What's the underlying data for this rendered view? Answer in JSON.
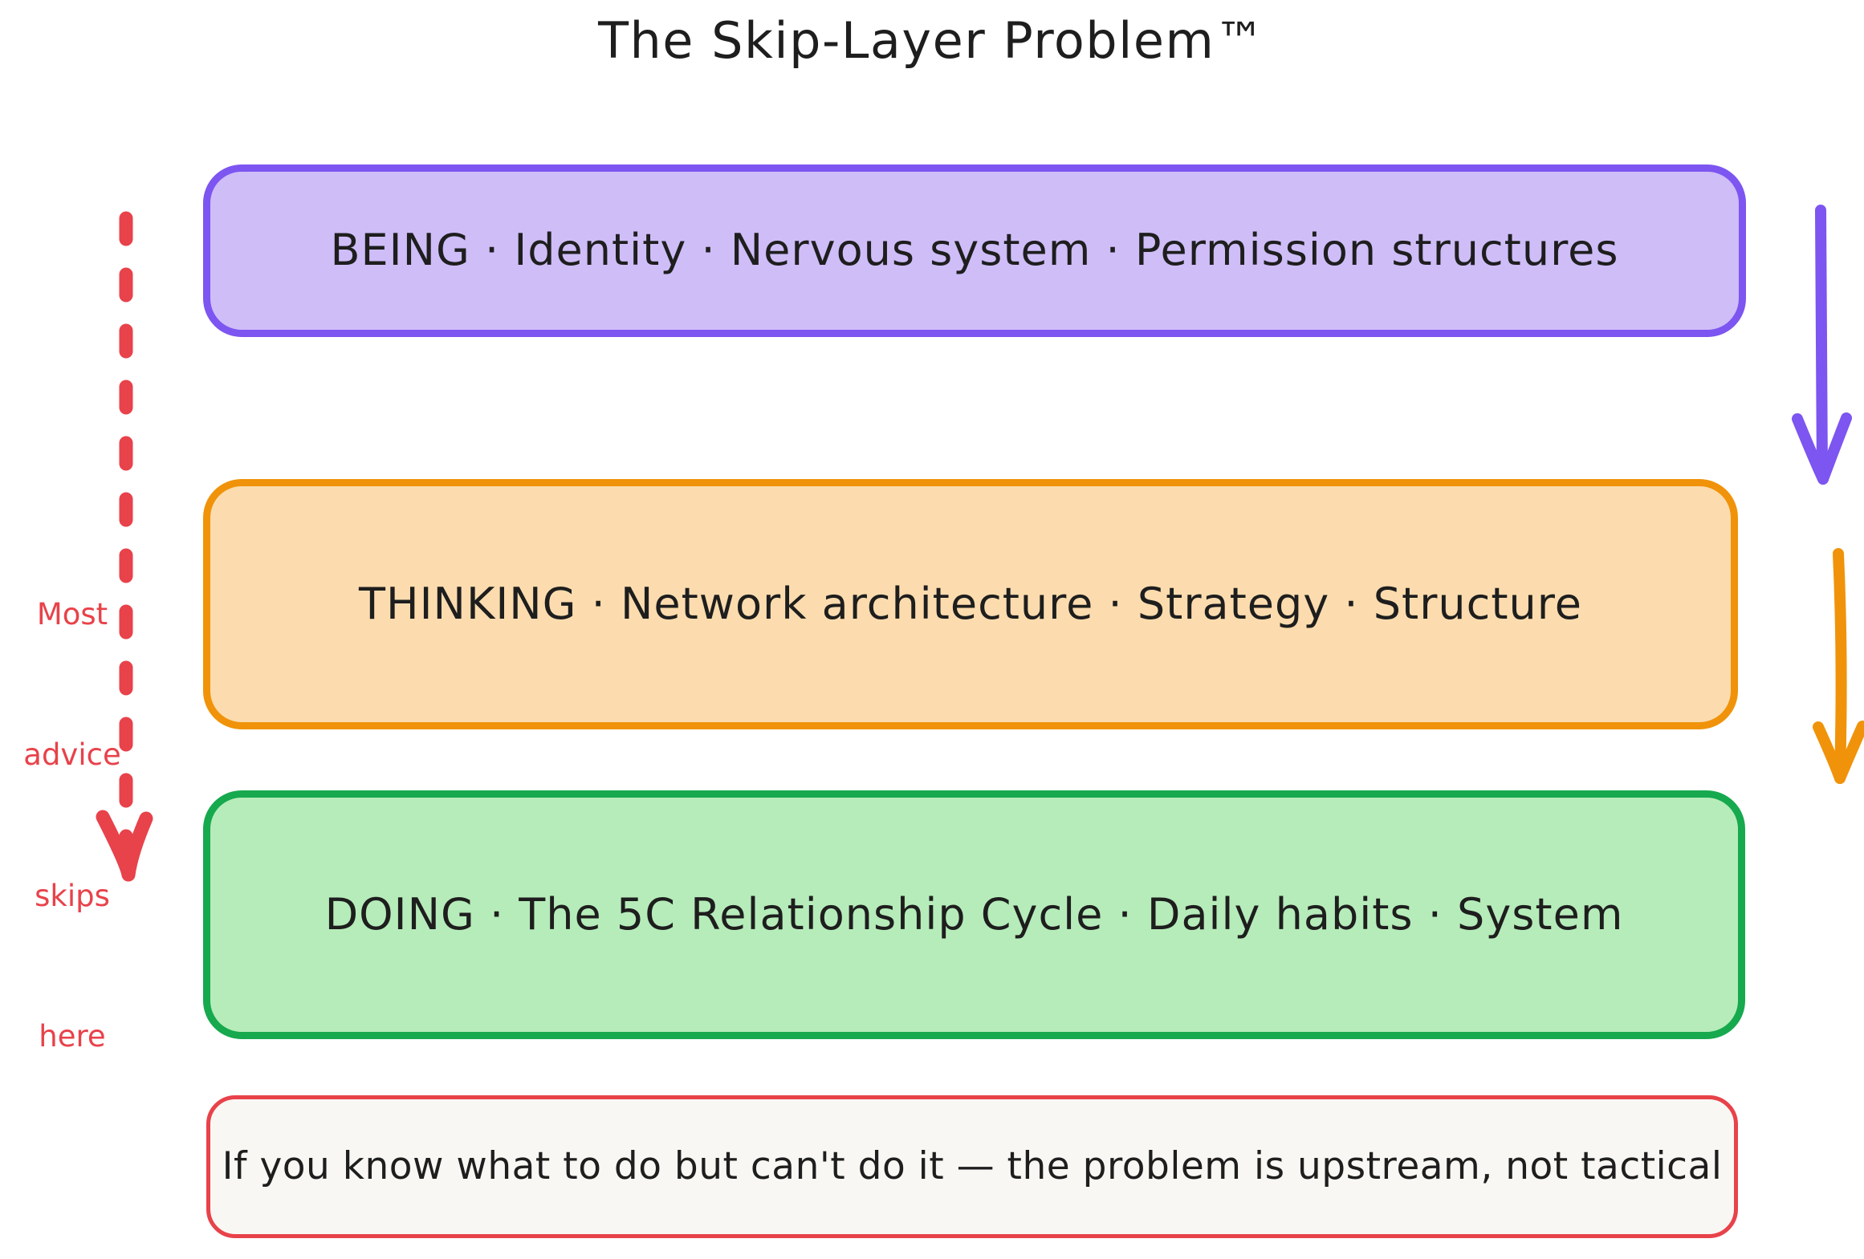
{
  "title": "The Skip-Layer Problem™",
  "layers": [
    {
      "id": "being",
      "label": "BEING · Identity · Nervous system · Permission structures",
      "fill": "#cfbdf8",
      "stroke": "#7d55f0"
    },
    {
      "id": "thinking",
      "label": "THINKING · Network architecture · Strategy · Structure",
      "fill": "#fcdcae",
      "stroke": "#f0930a"
    },
    {
      "id": "doing",
      "label": "DOING · The 5C Relationship Cycle · Daily habits · System",
      "fill": "#b6ecba",
      "stroke": "#16a94e"
    }
  ],
  "insight": {
    "label": "If you know what to do but can't do it — the problem is upstream, not tactical",
    "fill": "#f9f7f3",
    "stroke": "#e8424a"
  },
  "annotation": {
    "lines": [
      "Most",
      "advice",
      "skips",
      "here"
    ],
    "color": "#e8424a",
    "arrow_name": "dashed-down-arrow"
  },
  "flow_arrows": [
    {
      "name": "being-to-thinking-arrow",
      "color": "#7d55f0"
    },
    {
      "name": "thinking-to-doing-arrow",
      "color": "#f0930a"
    }
  ]
}
